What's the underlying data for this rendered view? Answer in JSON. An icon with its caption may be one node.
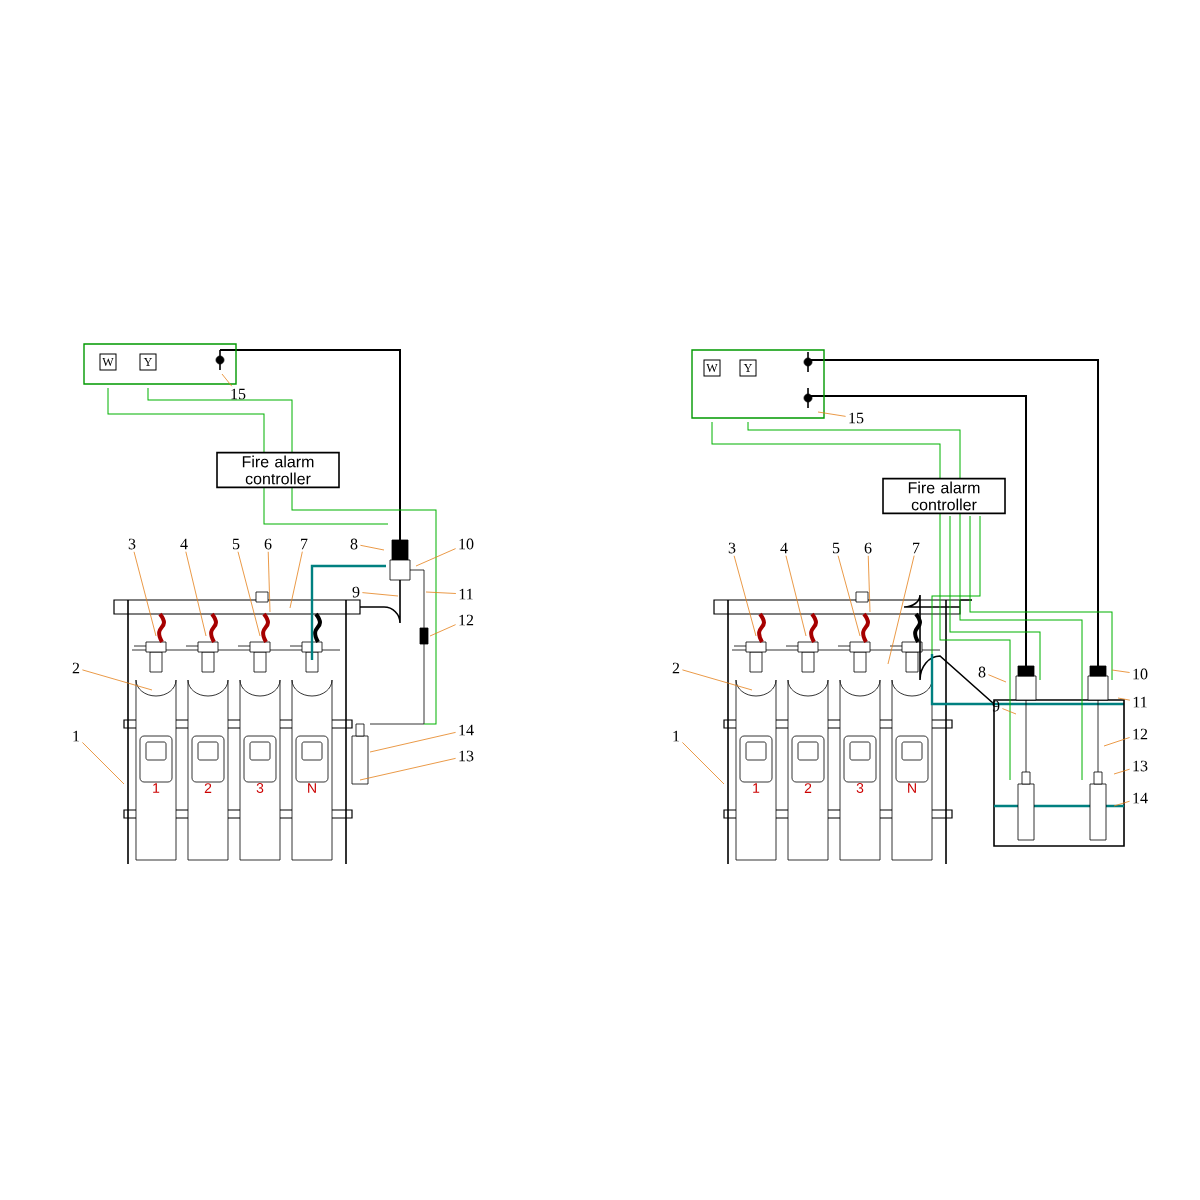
{
  "diagram": {
    "nodes": [
      {
        "text": [],
        "shape": "box"
      },
      {
        "text": [
          "W"
        ],
        "in": 0
      },
      {
        "text": [
          "Y"
        ],
        "in": 0
      },
      {
        "text": [
          "Fire alarm controller"
        ]
      },
      {
        "text": [],
        "shape": "box"
      },
      {
        "text": [
          "W"
        ],
        "in": 4
      },
      {
        "text": [
          "Y"
        ],
        "in": 4
      },
      {
        "text": [
          "Fire alarm controller"
        ]
      },
      {
        "text": [
          "1"
        ]
      },
      {
        "text": [
          "2"
        ]
      },
      {
        "text": [
          "3"
        ]
      },
      {
        "text": [
          "4"
        ]
      },
      {
        "text": [
          "5"
        ]
      },
      {
        "text": [
          "6"
        ]
      },
      {
        "text": [
          "7"
        ]
      },
      {
        "text": [
          "8"
        ]
      },
      {
        "text": [
          "9"
        ]
      },
      {
        "text": [
          "10"
        ]
      },
      {
        "text": [
          "11"
        ]
      },
      {
        "text": [
          "12"
        ]
      },
      {
        "text": [
          "13"
        ]
      },
      {
        "text": [
          "14"
        ]
      },
      {
        "text": [
          "15"
        ]
      },
      {
        "text": [
          "1"
        ]
      },
      {
        "text": [
          "2"
        ]
      },
      {
        "text": [
          "3"
        ]
      },
      {
        "text": [
          "4"
        ]
      },
      {
        "text": [
          "5"
        ]
      },
      {
        "text": [
          "6"
        ]
      },
      {
        "text": [
          "7"
        ]
      },
      {
        "text": [
          "8"
        ]
      },
      {
        "text": [
          "9"
        ]
      },
      {
        "text": [
          "10"
        ]
      },
      {
        "text": [
          "11"
        ]
      },
      {
        "text": [
          "12"
        ]
      },
      {
        "text": [
          "13"
        ]
      },
      {
        "text": [
          "14"
        ]
      },
      {
        "text": [
          "15"
        ]
      }
    ],
    "edges": [
      {
        "from": 8,
        "to": null,
        "arrow": "none"
      },
      {
        "from": 9,
        "to": null,
        "arrow": "none"
      },
      {
        "from": 10,
        "to": null,
        "arrow": "none"
      },
      {
        "from": 11,
        "to": null,
        "arrow": "none"
      },
      {
        "from": 12,
        "to": null,
        "arrow": "none"
      },
      {
        "from": 13,
        "to": null,
        "arrow": "none"
      },
      {
        "from": 14,
        "to": null,
        "arrow": "none"
      },
      {
        "from": 15,
        "to": null,
        "arrow": "none"
      },
      {
        "from": 16,
        "to": null,
        "arrow": "none"
      },
      {
        "from": 17,
        "to": null,
        "arrow": "none"
      },
      {
        "from": 18,
        "to": null,
        "arrow": "none"
      },
      {
        "from": 19,
        "to": null,
        "arrow": "none"
      },
      {
        "from": 20,
        "to": null,
        "arrow": "none"
      },
      {
        "from": 21,
        "to": null,
        "arrow": "none"
      },
      {
        "from": 22,
        "to": null,
        "arrow": "none"
      },
      {
        "from": 23,
        "to": null,
        "arrow": "none"
      },
      {
        "from": 24,
        "to": null,
        "arrow": "none"
      },
      {
        "from": 25,
        "to": null,
        "arrow": "none"
      },
      {
        "from": 26,
        "to": null,
        "arrow": "none"
      },
      {
        "from": 27,
        "to": null,
        "arrow": "none"
      },
      {
        "from": 28,
        "to": null,
        "arrow": "none"
      },
      {
        "from": 29,
        "to": null,
        "arrow": "none"
      },
      {
        "from": 30,
        "to": null,
        "arrow": "none"
      },
      {
        "from": 31,
        "to": null,
        "arrow": "none"
      },
      {
        "from": 32,
        "to": null,
        "arrow": "none"
      },
      {
        "from": 33,
        "to": null,
        "arrow": "none"
      },
      {
        "from": 34,
        "to": null,
        "arrow": "none"
      },
      {
        "from": 35,
        "to": null,
        "arrow": "none"
      },
      {
        "from": 36,
        "to": null,
        "arrow": "none"
      },
      {
        "from": 37,
        "to": null,
        "arrow": "none"
      }
    ],
    "labels": [
      "1",
      "2",
      "3",
      "N",
      "1",
      "2",
      "3",
      "N"
    ]
  }
}
